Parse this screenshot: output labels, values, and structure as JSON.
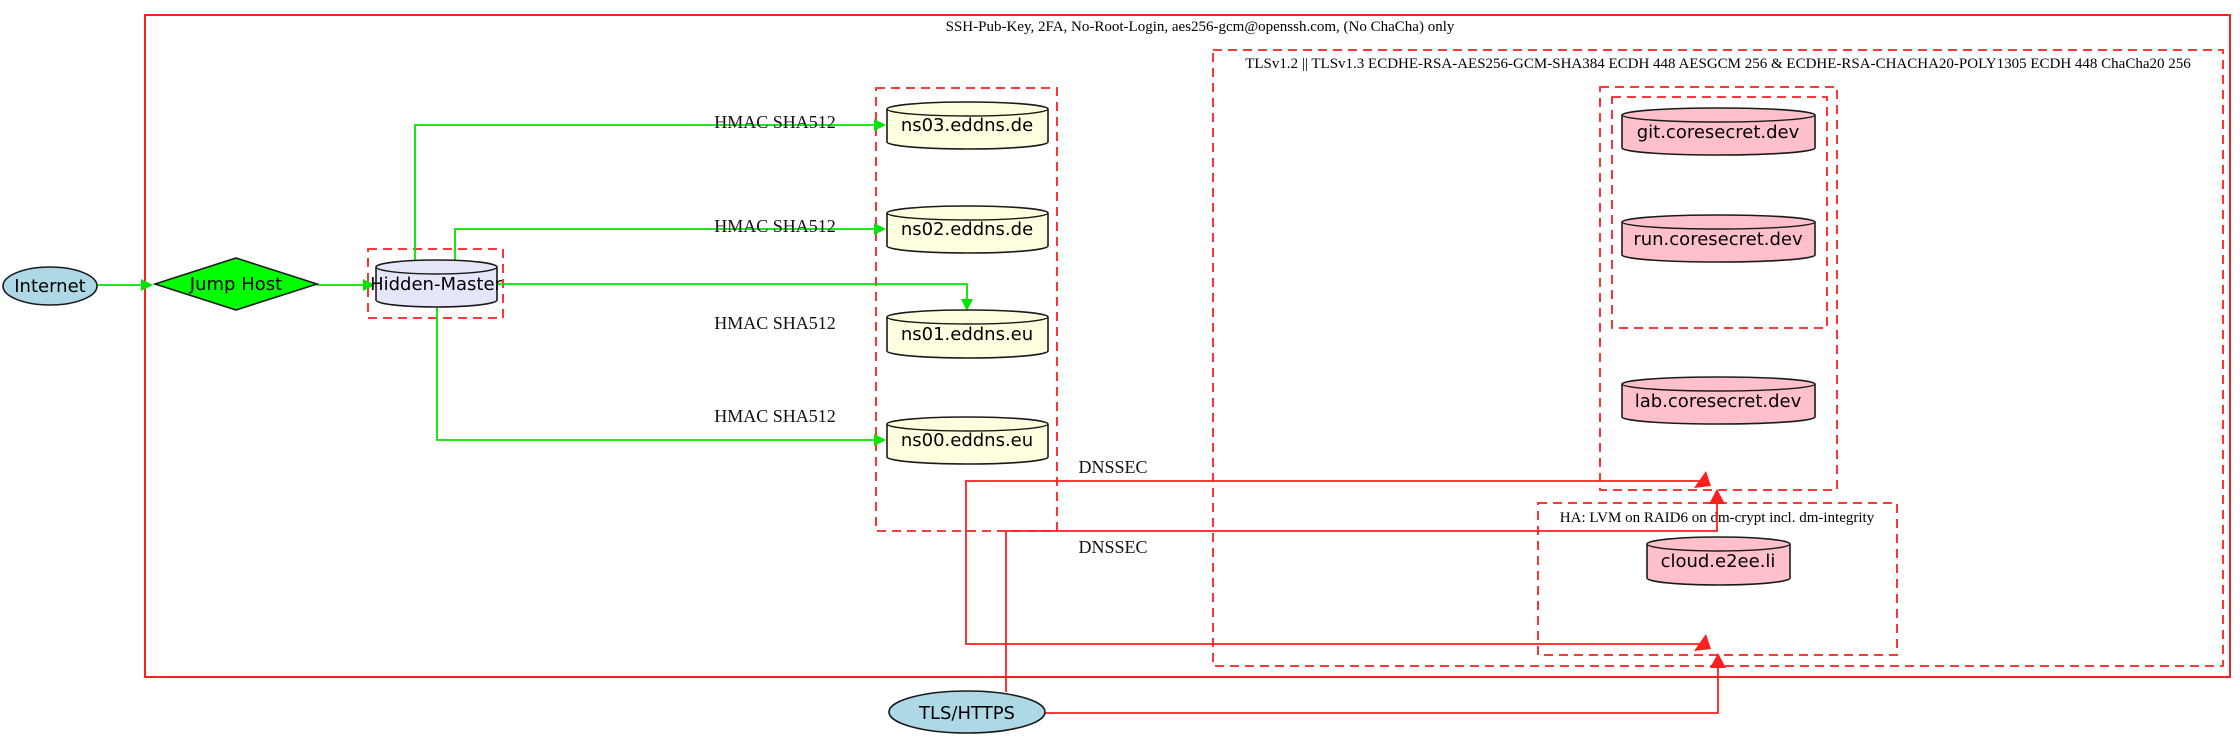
{
  "clusters": {
    "ssh": {
      "label": "SSH-Pub-Key, 2FA, No-Root-Login, aes256-gcm@openssh.com, (No ChaCha) only"
    },
    "tls": {
      "label": "TLSv1.2 || TLSv1.3 ECDHE-RSA-AES256-GCM-SHA384 ECDH 448 AESGCM 256 & ECDHE-RSA-CHACHA20-POLY1305 ECDH 448 ChaCha20 256"
    },
    "ha": {
      "label": "HA: LVM on RAID6 on dm-crypt incl. dm-integrity"
    }
  },
  "nodes": {
    "internet": {
      "label": "Internet",
      "shape": "ellipse",
      "fill": "#add8e6"
    },
    "jump_host": {
      "label": "Jump Host",
      "shape": "diamond",
      "fill": "#00ff00"
    },
    "hidden_master": {
      "label": "Hidden-Master",
      "shape": "cylinder",
      "fill": "#e6e6fa"
    },
    "ns03": {
      "label": "ns03.eddns.de",
      "shape": "cylinder",
      "fill": "#ffffe0"
    },
    "ns02": {
      "label": "ns02.eddns.de",
      "shape": "cylinder",
      "fill": "#ffffe0"
    },
    "ns01": {
      "label": "ns01.eddns.eu",
      "shape": "cylinder",
      "fill": "#ffffe0"
    },
    "ns00": {
      "label": "ns00.eddns.eu",
      "shape": "cylinder",
      "fill": "#ffffe0"
    },
    "git": {
      "label": "git.coresecret.dev",
      "shape": "cylinder",
      "fill": "#ffc0cb"
    },
    "run": {
      "label": "run.coresecret.dev",
      "shape": "cylinder",
      "fill": "#ffc0cb"
    },
    "lab": {
      "label": "lab.coresecret.dev",
      "shape": "cylinder",
      "fill": "#ffc0cb"
    },
    "cloud": {
      "label": "cloud.e2ee.li",
      "shape": "cylinder",
      "fill": "#ffc0cb"
    },
    "tls_https": {
      "label": "TLS/HTTPS",
      "shape": "ellipse",
      "fill": "#add8e6"
    }
  },
  "edges": {
    "hmac_label": "HMAC SHA512",
    "dnssec_label": "DNSSEC"
  },
  "colors": {
    "secure_green": "#00e400",
    "alert_red": "#ff1f1f",
    "outline_black": "#1a1a1a"
  }
}
